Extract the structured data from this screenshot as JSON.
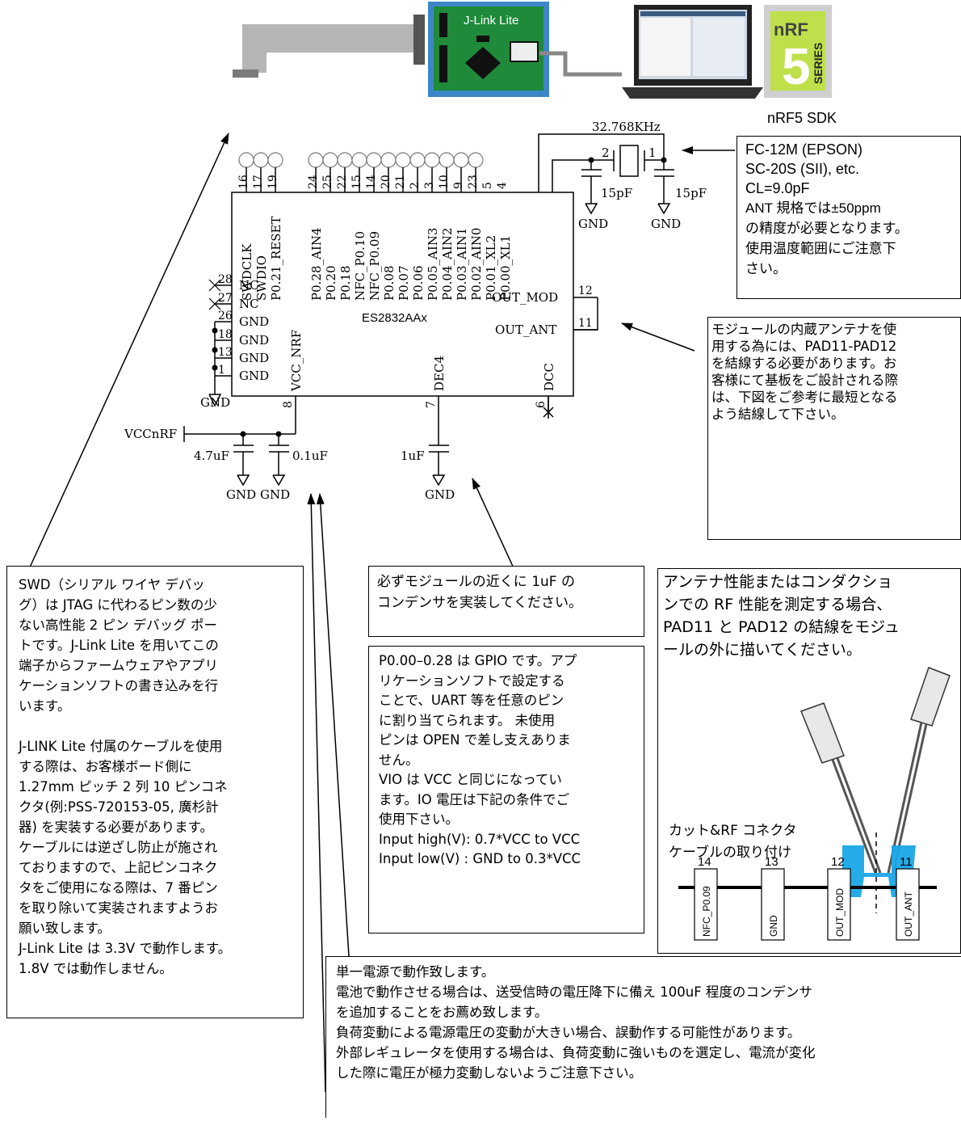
{
  "top": {
    "jlink_label": "J-Link Lite",
    "nrf_logo_top": "nRF",
    "nrf_logo_num": "5",
    "nrf_logo_side": "SERIES",
    "sdk_label": "nRF5 SDK"
  },
  "module": {
    "name": "ES2832AAx",
    "top_pins": [
      {
        "num": "16",
        "label": "SWDCLK"
      },
      {
        "num": "17",
        "label": "SWDIO"
      },
      {
        "num": "19",
        "label": "P0.21_RESET"
      },
      {
        "num": "24",
        "label": "P0.28_AIN4"
      },
      {
        "num": "25",
        "label": "P0.20"
      },
      {
        "num": "22",
        "label": "P0.18"
      },
      {
        "num": "15",
        "label": "NFC_P0.10"
      },
      {
        "num": "14",
        "label": "NFC_P0.09"
      },
      {
        "num": "20",
        "label": "P0.08"
      },
      {
        "num": "21",
        "label": "P0.07"
      },
      {
        "num": "2",
        "label": "P0.06"
      },
      {
        "num": "3",
        "label": "P0.05_AIN3"
      },
      {
        "num": "10",
        "label": "P0.04_AIN2"
      },
      {
        "num": "9",
        "label": "P0.03_AIN1"
      },
      {
        "num": "23",
        "label": "P0.02_AIN0"
      },
      {
        "num": "5",
        "label": "P0.01_XL2"
      },
      {
        "num": "4",
        "label": "P0.00_XL1"
      }
    ],
    "left_pins": [
      {
        "num": "28",
        "label": "NC"
      },
      {
        "num": "27",
        "label": "NC"
      },
      {
        "num": "26",
        "label": "GND"
      },
      {
        "num": "18",
        "label": "GND"
      },
      {
        "num": "13",
        "label": "GND"
      },
      {
        "num": "1",
        "label": "GND"
      }
    ],
    "right_pins": [
      {
        "num": "12",
        "label": "OUT_MOD"
      },
      {
        "num": "11",
        "label": "OUT_ANT"
      }
    ],
    "bottom_pins": [
      {
        "num": "8",
        "label": "VCC_NRF"
      },
      {
        "num": "7",
        "label": "DEC4"
      },
      {
        "num": "6",
        "label": "DCC"
      }
    ]
  },
  "schematic": {
    "crystal_freq": "32.768KHz",
    "crystal_pin2": "2",
    "crystal_pin1": "1",
    "cap_15pf_left": "15pF",
    "cap_15pf_right": "15pF",
    "gnd": "GND",
    "vcc_label": "VCCnRF",
    "cap_4_7uf": "4.7uF",
    "cap_0_1uf": "0.1uF",
    "cap_1uf": "1uF"
  },
  "notes": {
    "crystal": "FC-12M (EPSON)\nSC-20S (SII), etc.\nCL=9.0pF",
    "crystal_small": "ANT 規格では±50ppm\nの精度が必要となります。\n使用温度範囲にご注意下\nさい。",
    "antenna": "モジュールの内蔵アンテナを使\n用する為には、PAD11-PAD12\nを結線する必要があります。お\n客様にて基板をご設計される際\nは、下図をご参考に最短となる\nよう結線して下さい。",
    "swd": "SWD（シリアル ワイヤ デバッ\nグ）は JTAG に代わるピン数の少\nない高性能 2 ピン デバッグ ポー\nトです。J-Link Lite を用いてこの\n端子からファームウェアやアプリ\nケーションソフトの書き込みを行\nいます。\n\nJ-LINK Lite 付属のケーブルを使用\nする際は、お客様ボード側に\n1.27mm ピッチ 2 列 10 ピンコネ\nクタ(例:PSS-720153-05, 廣杉計\n器) を実装する必要があります。\nケーブルには逆ざし防止が施され\nておりますので、上記ピンコネク\nタをご使用になる際は、7 番ピン\nを取り除いて実装されますようお\n願い致します。\nJ-Link Lite は 3.3V で動作します。\n1.8V では動作しません。",
    "dec4": "必ずモジュールの近くに 1uF の\nコンデンサを実装してください。",
    "gpio": "P0.00–0.28 は GPIO です。アプ\nリケーションソフトで設定する\nことで、UART 等を任意のピン\nに割り当てられます。 未使用\nピンは OPEN で差し支えありま\nせん。\nVIO は VCC と同じになってい\nます。IO 電圧は下記の条件でご\n使用下さい。\nInput high(V): 0.7*VCC to VCC\nInput low(V) : GND to 0.3*VCC",
    "rf": "アンテナ性能またはコンダクショ\nンでの RF 性能を測定する場合、\nPAD11 と PAD12 の結線をモジュ\nールの外に描いてください。",
    "power": "単一電源で動作致します。\n電池で動作させる場合は、送受信時の電圧降下に備え 100uF 程度のコンデンサ\nを追加することをお薦め致します。\n負荷変動による電源電圧の変動が大きい場合、誤動作する可能性があります。\n外部レギュレータを使用する場合は、負荷変動に強いものを選定し、電流が変化\nした際に電圧が極力変動しないようご注意下さい。"
  },
  "pads": [
    {
      "num": "14",
      "label": "NFC_P0.09"
    },
    {
      "num": "13",
      "label": "GND"
    },
    {
      "num": "12",
      "label": "OUT_MOD"
    },
    {
      "num": "11",
      "label": "OUT_ANT"
    }
  ],
  "rf_cut_label": "カット&RF コネクタ\nケーブルの取り付け",
  "colors": {
    "pcb_green": "#1f8a3a",
    "board_frame": "#3c86c8",
    "trace_blue": "#1aa6e8"
  }
}
